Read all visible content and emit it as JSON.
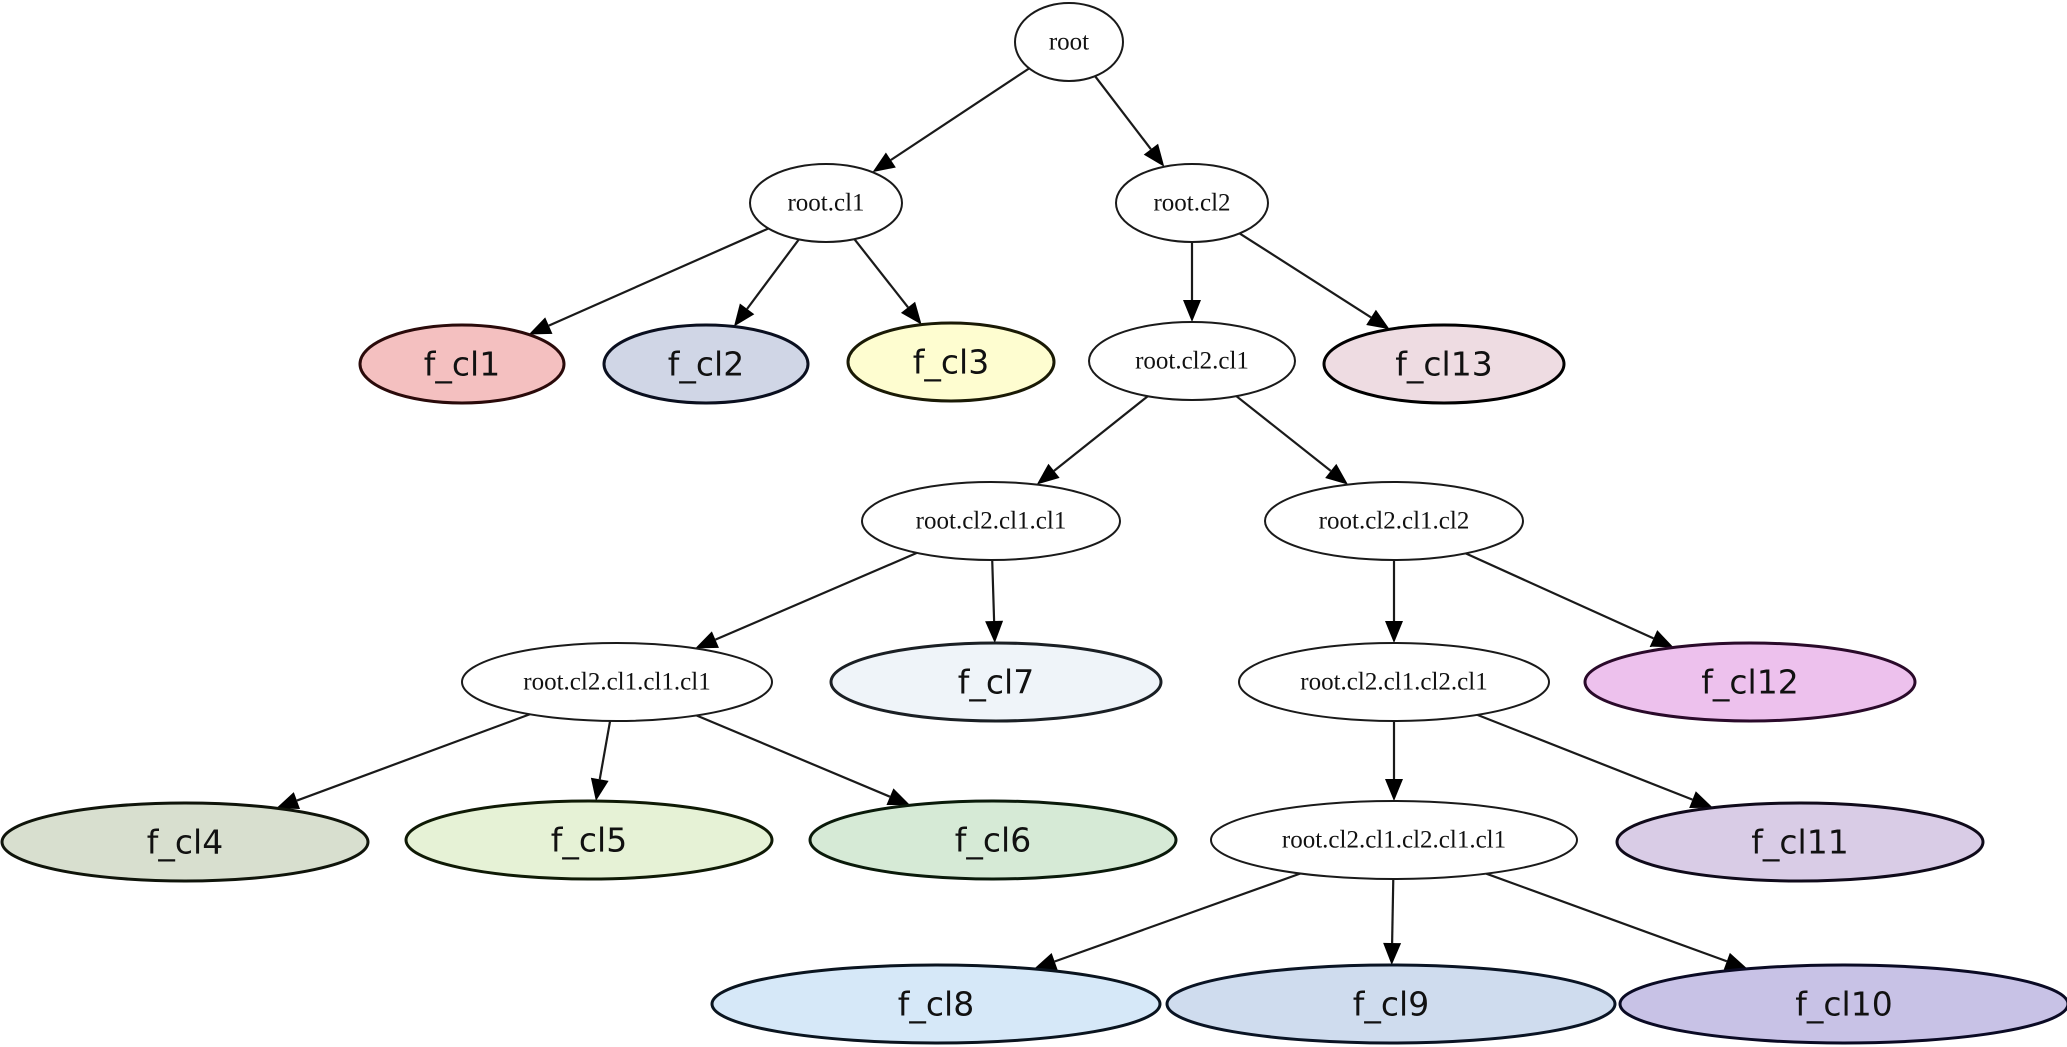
{
  "diagram": {
    "type": "tree",
    "edge_color": "#1a1a1a",
    "nodes": [
      {
        "id": "root",
        "label": "root",
        "kind": "internal",
        "fill": "#ffffff",
        "stroke": "#1a1a1a"
      },
      {
        "id": "root.cl1",
        "label": "root.cl1",
        "kind": "internal",
        "fill": "#ffffff",
        "stroke": "#1a1a1a"
      },
      {
        "id": "root.cl2",
        "label": "root.cl2",
        "kind": "internal",
        "fill": "#ffffff",
        "stroke": "#1a1a1a"
      },
      {
        "id": "f_cl1",
        "label": "f_cl1",
        "kind": "leaf",
        "fill": "#f4c0c0",
        "stroke": "#2a0a0a"
      },
      {
        "id": "f_cl2",
        "label": "f_cl2",
        "kind": "leaf",
        "fill": "#d0d6e6",
        "stroke": "#0a0f1f"
      },
      {
        "id": "f_cl3",
        "label": "f_cl3",
        "kind": "leaf",
        "fill": "#fefdd0",
        "stroke": "#1a1a05"
      },
      {
        "id": "root.cl2.cl1",
        "label": "root.cl2.cl1",
        "kind": "internal",
        "fill": "#ffffff",
        "stroke": "#1a1a1a"
      },
      {
        "id": "f_cl13",
        "label": "f_cl13",
        "kind": "leaf",
        "fill": "#eedce2",
        "stroke": "#000000"
      },
      {
        "id": "root.cl2.cl1.cl1",
        "label": "root.cl2.cl1.cl1",
        "kind": "internal",
        "fill": "#ffffff",
        "stroke": "#1a1a1a"
      },
      {
        "id": "root.cl2.cl1.cl2",
        "label": "root.cl2.cl1.cl2",
        "kind": "internal",
        "fill": "#ffffff",
        "stroke": "#1a1a1a"
      },
      {
        "id": "root.cl2.cl1.cl1.cl1",
        "label": "root.cl2.cl1.cl1.cl1",
        "kind": "internal",
        "fill": "#ffffff",
        "stroke": "#1a1a1a"
      },
      {
        "id": "f_cl7",
        "label": "f_cl7",
        "kind": "leaf",
        "fill": "#eff4f9",
        "stroke": "#1a1f24"
      },
      {
        "id": "root.cl2.cl1.cl2.cl1",
        "label": "root.cl2.cl1.cl2.cl1",
        "kind": "internal",
        "fill": "#ffffff",
        "stroke": "#1a1a1a"
      },
      {
        "id": "f_cl12",
        "label": "f_cl12",
        "kind": "leaf",
        "fill": "#edc1ed",
        "stroke": "#2a0a2a"
      },
      {
        "id": "f_cl4",
        "label": "f_cl4",
        "kind": "leaf",
        "fill": "#d8dfcf",
        "stroke": "#0f140a"
      },
      {
        "id": "f_cl5",
        "label": "f_cl5",
        "kind": "leaf",
        "fill": "#e6f2d6",
        "stroke": "#0f1a05"
      },
      {
        "id": "f_cl6",
        "label": "f_cl6",
        "kind": "leaf",
        "fill": "#d6ead6",
        "stroke": "#0a1a0a"
      },
      {
        "id": "root.cl2.cl1.cl2.cl1.cl1",
        "label": "root.cl2.cl1.cl2.cl1.cl1",
        "kind": "internal",
        "fill": "#ffffff",
        "stroke": "#1a1a1a"
      },
      {
        "id": "f_cl11",
        "label": "f_cl11",
        "kind": "leaf",
        "fill": "#d9cce6",
        "stroke": "#0f0a1a"
      },
      {
        "id": "f_cl8",
        "label": "f_cl8",
        "kind": "leaf",
        "fill": "#d6e8f8",
        "stroke": "#0a141f"
      },
      {
        "id": "f_cl9",
        "label": "f_cl9",
        "kind": "leaf",
        "fill": "#cfdcee",
        "stroke": "#0a1424"
      },
      {
        "id": "f_cl10",
        "label": "f_cl10",
        "kind": "leaf",
        "fill": "#c8c2e6",
        "stroke": "#0a0a24"
      }
    ],
    "edges": [
      {
        "from": "root",
        "to": "root.cl1"
      },
      {
        "from": "root",
        "to": "root.cl2"
      },
      {
        "from": "root.cl1",
        "to": "f_cl1"
      },
      {
        "from": "root.cl1",
        "to": "f_cl2"
      },
      {
        "from": "root.cl1",
        "to": "f_cl3"
      },
      {
        "from": "root.cl2",
        "to": "root.cl2.cl1"
      },
      {
        "from": "root.cl2",
        "to": "f_cl13"
      },
      {
        "from": "root.cl2.cl1",
        "to": "root.cl2.cl1.cl1"
      },
      {
        "from": "root.cl2.cl1",
        "to": "root.cl2.cl1.cl2"
      },
      {
        "from": "root.cl2.cl1.cl1",
        "to": "root.cl2.cl1.cl1.cl1"
      },
      {
        "from": "root.cl2.cl1.cl1",
        "to": "f_cl7"
      },
      {
        "from": "root.cl2.cl1.cl2",
        "to": "root.cl2.cl1.cl2.cl1"
      },
      {
        "from": "root.cl2.cl1.cl2",
        "to": "f_cl12"
      },
      {
        "from": "root.cl2.cl1.cl1.cl1",
        "to": "f_cl4"
      },
      {
        "from": "root.cl2.cl1.cl1.cl1",
        "to": "f_cl5"
      },
      {
        "from": "root.cl2.cl1.cl1.cl1",
        "to": "f_cl6"
      },
      {
        "from": "root.cl2.cl1.cl2.cl1",
        "to": "root.cl2.cl1.cl2.cl1.cl1"
      },
      {
        "from": "root.cl2.cl1.cl2.cl1",
        "to": "f_cl11"
      },
      {
        "from": "root.cl2.cl1.cl2.cl1.cl1",
        "to": "f_cl8"
      },
      {
        "from": "root.cl2.cl1.cl2.cl1.cl1",
        "to": "f_cl9"
      },
      {
        "from": "root.cl2.cl1.cl2.cl1.cl1",
        "to": "f_cl10"
      }
    ]
  }
}
